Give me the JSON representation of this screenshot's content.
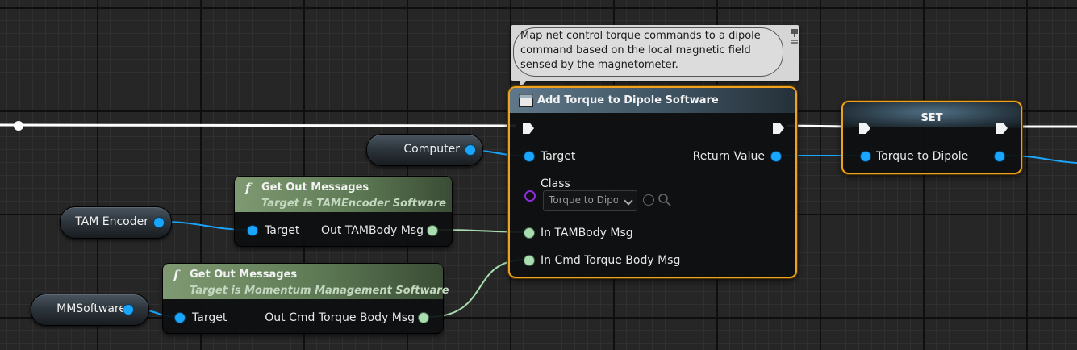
{
  "comment": {
    "text": "Map net control torque commands to a dipole command based on the local magnetic field sensed by the magnetometer."
  },
  "main_node": {
    "title": "Add Torque to Dipole Software",
    "pins": {
      "target": "Target",
      "class": "Class",
      "class_value": "Torque to Dipole",
      "in_tam": "In TAMBody Msg",
      "in_cmd": "In Cmd Torque Body Msg",
      "return_value": "Return Value"
    }
  },
  "set_node": {
    "title": "SET",
    "pin": "Torque to Dipole"
  },
  "variables": {
    "computer": "Computer",
    "tam_encoder": "TAM Encoder",
    "mm_software": "MMSoftware"
  },
  "get_tam": {
    "icon": "f",
    "title": "Get Out Messages",
    "subtitle": "Target is TAMEncoder Software",
    "target": "Target",
    "output": "Out TAMBody Msg"
  },
  "get_mm": {
    "icon": "f",
    "title": "Get Out Messages",
    "subtitle": "Target is Momentum Management Software",
    "target": "Target",
    "output": "Out Cmd Torque Body Msg"
  },
  "colors": {
    "selection": "#f0a11d",
    "object_pin": "#19a6ff",
    "struct_pin": "#a9ddb0",
    "class_pin": "#8c2ee0",
    "function_header": "#6b8e5e",
    "call_header": "#5d7687"
  }
}
